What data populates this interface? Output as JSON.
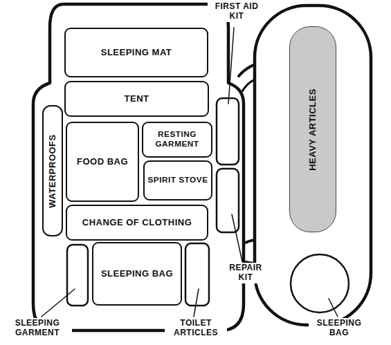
{
  "diagram": {
    "nodes": [
      {
        "text": [
          "SLEEPING MAT"
        ]
      },
      {
        "text": [
          "TENT"
        ]
      },
      {
        "text": [
          "WATERPROOFS"
        ]
      },
      {
        "text": [
          "FOOD BAG"
        ]
      },
      {
        "text": [
          "RESTING GARMENT"
        ]
      },
      {
        "text": [
          "SPIRIT STOVE"
        ]
      },
      {
        "text": [
          "CHANGE OF CLOTHING"
        ]
      },
      {
        "text": [
          "SLEEPING BAG"
        ]
      },
      {
        "text": [
          "HEAVY ARTICLES"
        ]
      }
    ],
    "labels": [
      "FIRST AID KIT",
      "REPAIR KIT",
      "SLEEPING GARMENT",
      "TOILET ARTICLES",
      "SLEEPING BAG"
    ]
  }
}
